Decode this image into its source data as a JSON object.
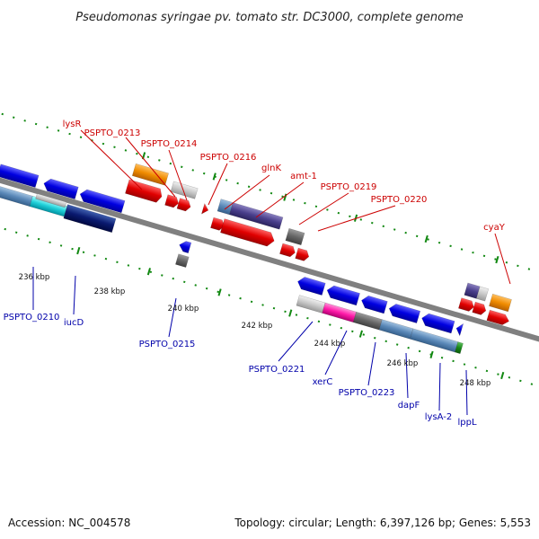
{
  "title": "Pseudomonas syringae pv. tomato str. DC3000, complete genome",
  "footer": {
    "accession": "Accession: NC_004578",
    "stats": "Topology: circular; Length: 6,397,126 bp; Genes: 5,553"
  },
  "scale_labels": [
    "236 kbp",
    "238 kbp",
    "240 kbp",
    "242 kbp",
    "244 kbp",
    "246 kbp",
    "248 kbp"
  ],
  "upper_labels": [
    "lysR",
    "PSPTO_0213",
    "PSPTO_0214",
    "PSPTO_0216",
    "glnK",
    "amt-1",
    "PSPTO_0219",
    "PSPTO_0220",
    "cyaY"
  ],
  "lower_labels": [
    "PSPTO_0210",
    "iucD",
    "PSPTO_0215",
    "PSPTO_0221",
    "xerC",
    "PSPTO_0223",
    "dapF",
    "lysA-2",
    "lppL"
  ],
  "colors": {
    "forward_strand": "#dd0000",
    "reverse_strand": "#0000dd",
    "label_forward": "#cc0000",
    "label_reverse": "#0000aa",
    "backbone": "#808080",
    "tick": "#118811"
  }
}
